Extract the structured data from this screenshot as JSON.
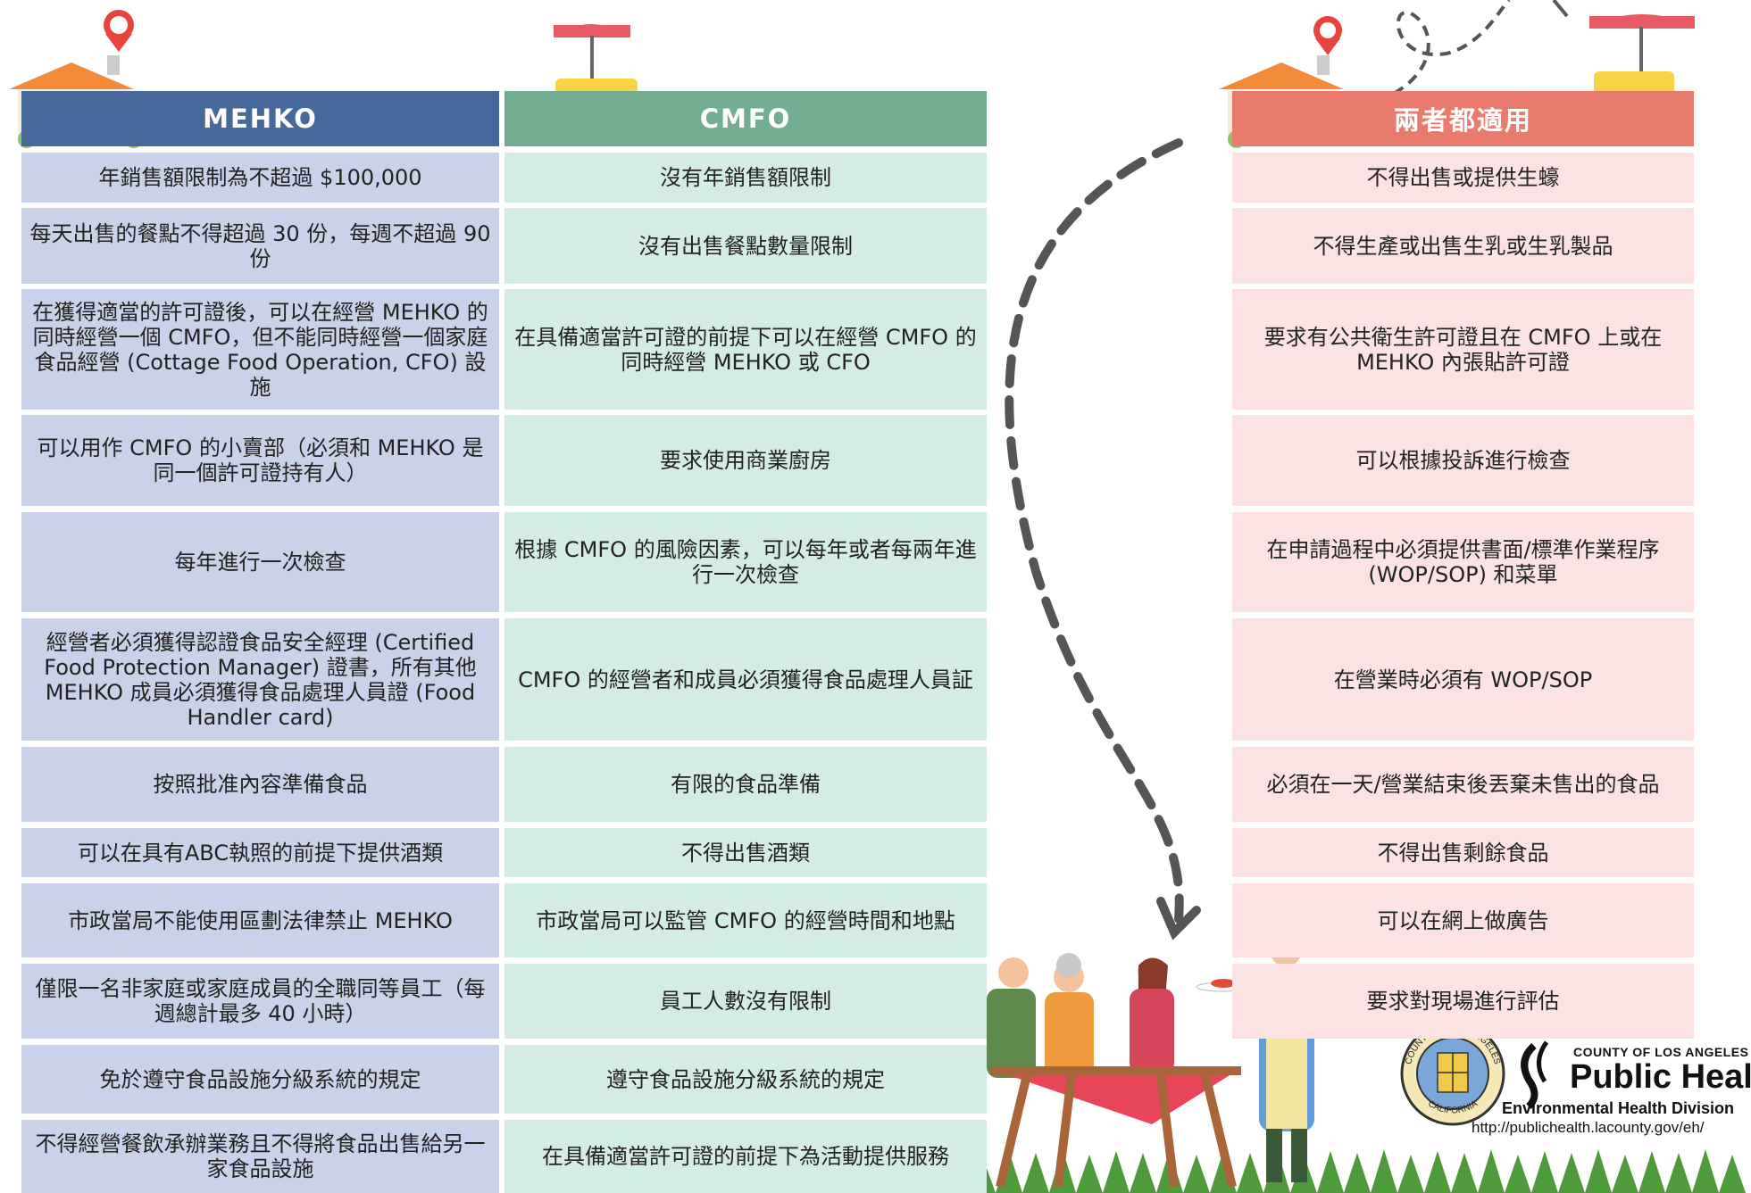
{
  "headers": {
    "mehko": "MEHKO",
    "cmfo": "CMFO",
    "both": "兩者都適用"
  },
  "rows": [
    {
      "mehko": "年銷售額限制為不超過 $100,000",
      "cmfo": "沒有年銷售額限制",
      "both": "不得出售或提供生蠔"
    },
    {
      "mehko": "每天出售的餐點不得超過 30 份，每週不超過 90份",
      "cmfo": "沒有出售餐點數量限制",
      "both": "不得生產或出售生乳或生乳製品"
    },
    {
      "mehko": "在獲得適當的許可證後，可以在經營 MEHKO 的同時經營一個 CMFO，但不能同時經營一個家庭食品經營 (Cottage Food Operation, CFO) 設施",
      "cmfo": "在具備適當許可證的前提下可以在經營 CMFO 的同時經營 MEHKO 或 CFO",
      "both": "要求有公共衛生許可證且在 CMFO 上或在 MEHKO 內張貼許可證"
    },
    {
      "mehko": "可以用作 CMFO 的小賣部（必須和 MEHKO 是同一個許可證持有人）",
      "cmfo": "要求使用商業廚房",
      "both": "可以根據投訴進行檢查"
    },
    {
      "mehko": "每年進行一次檢查",
      "cmfo": "根據 CMFO 的風險因素，可以每年或者每兩年進行一次檢查",
      "both": "在申請過程中必須提供書面/標準作業程序 (WOP/SOP) 和菜單"
    },
    {
      "mehko": "經營者必須獲得認證食品安全經理 (Certified Food Protection Manager) 證書，所有其他 MEHKO 成員必須獲得食品處理人員證 (Food Handler card)",
      "cmfo": "CMFO 的經營者和成員必須獲得食品處理人員証",
      "both": "在營業時必須有 WOP/SOP"
    },
    {
      "mehko": "按照批准內容準備食品",
      "cmfo": "有限的食品準備",
      "both": "必須在一天/營業結束後丟棄未售出的食品"
    },
    {
      "mehko": "可以在具有ABC執照的前提下提供酒類",
      "cmfo": "不得出售酒類",
      "both": "不得出售剩餘食品"
    },
    {
      "mehko": "市政當局不能使用區劃法律禁止 MEHKO",
      "cmfo": "市政當局可以監管 CMFO 的經營時間和地點",
      "both": "可以在網上做廣告"
    },
    {
      "mehko": "僅限一名非家庭或家庭成員的全職同等員工（每週總計最多 40 小時）",
      "cmfo": "員工人數沒有限制",
      "both": "要求對現場進行評估"
    },
    {
      "mehko": "免於遵守食品設施分級系統的規定",
      "cmfo": "遵守食品設施分級系統的規定",
      "both": ""
    },
    {
      "mehko": "不得經營餐飲承辦業務且不得將食品出售給另一家食品設施",
      "cmfo": "在具備適當許可證的前提下為活動提供服務",
      "both": ""
    }
  ],
  "logo": {
    "county": "COUNTY OF LOS ANGELES",
    "title": "Public Health",
    "division": "Environmental Health Division",
    "url": "http://publichealth.lacounty.gov/eh/",
    "seal_top": "COUNTY OF LOS ANGELES",
    "seal_bottom": "CALIFORNIA"
  },
  "colors": {
    "mehko": "#47689a",
    "cmfo": "#72ad92",
    "both": "#e87b6e"
  },
  "icons": [
    "house-icon",
    "location-pin-icon",
    "food-cart-icon",
    "dashed-arrow-icon",
    "picnic-people-illustration"
  ]
}
